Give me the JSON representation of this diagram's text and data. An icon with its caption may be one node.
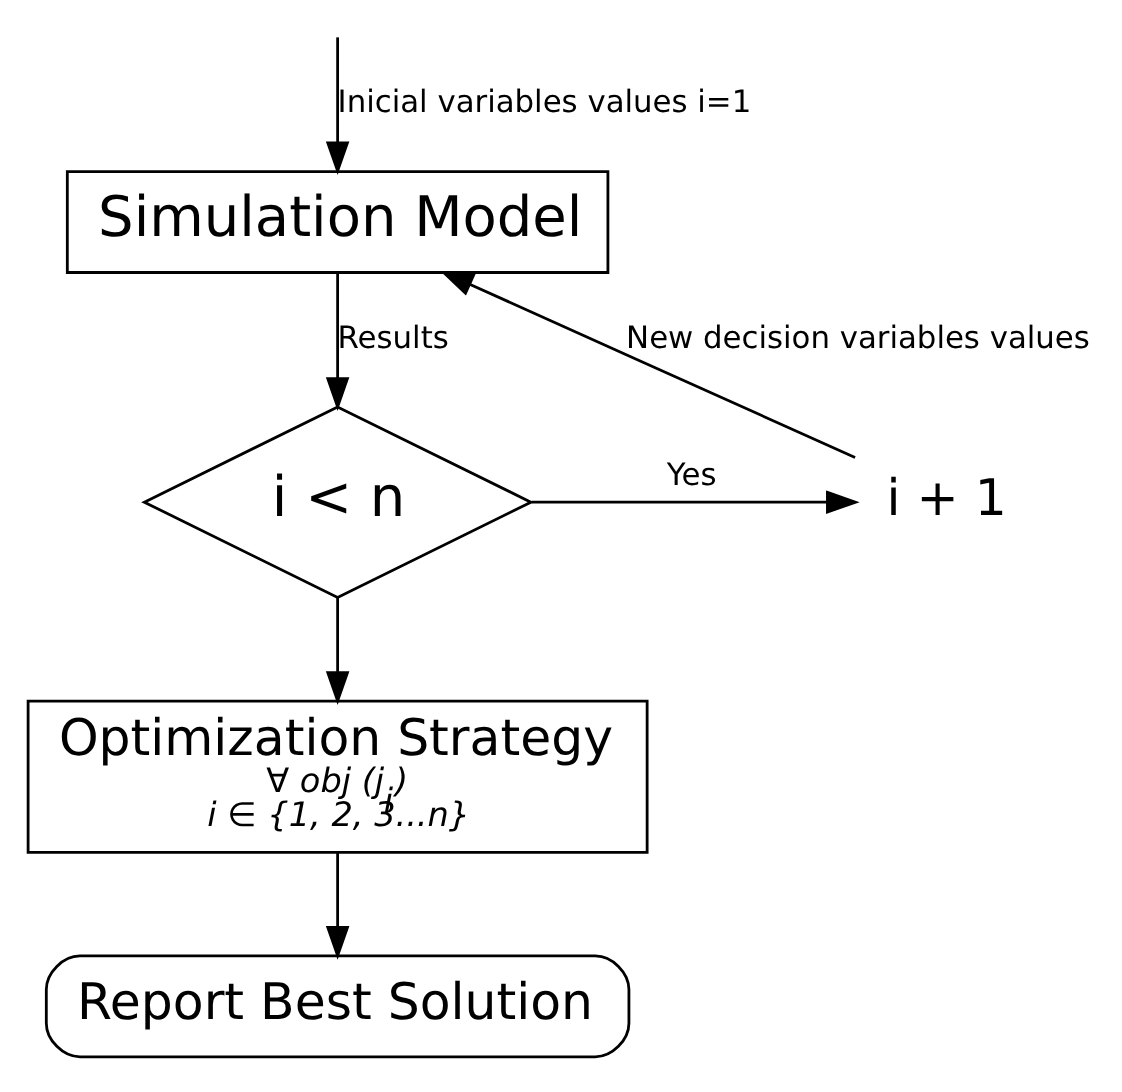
{
  "diagram": {
    "nodes": [
      {
        "text": [
          "Simulation Model"
        ]
      },
      {
        "text": [
          "i < n"
        ]
      },
      {
        "text": [
          "i + 1"
        ]
      },
      {
        "text": [
          "Optimization Strategy",
          "*∀ obj (j$_{i}$)*",
          "*i ∈ {1, 2, 3...n}*"
        ]
      },
      {
        "text": [
          "Report Best Solution"
        ]
      }
    ],
    "edges": [
      {
        "from": null,
        "to": 0,
        "arrow": "to",
        "label": "Inicial variables values i=1"
      },
      {
        "from": 0,
        "to": 1,
        "arrow": "to",
        "label": "Results"
      },
      {
        "from": 1,
        "to": 2,
        "arrow": "to",
        "label": "Yes"
      },
      {
        "from": 2,
        "to": 0,
        "arrow": "to",
        "label": "New decision variables values"
      },
      {
        "from": 1,
        "to": 3,
        "arrow": "to"
      },
      {
        "from": 3,
        "to": 4,
        "arrow": "to"
      }
    ]
  }
}
